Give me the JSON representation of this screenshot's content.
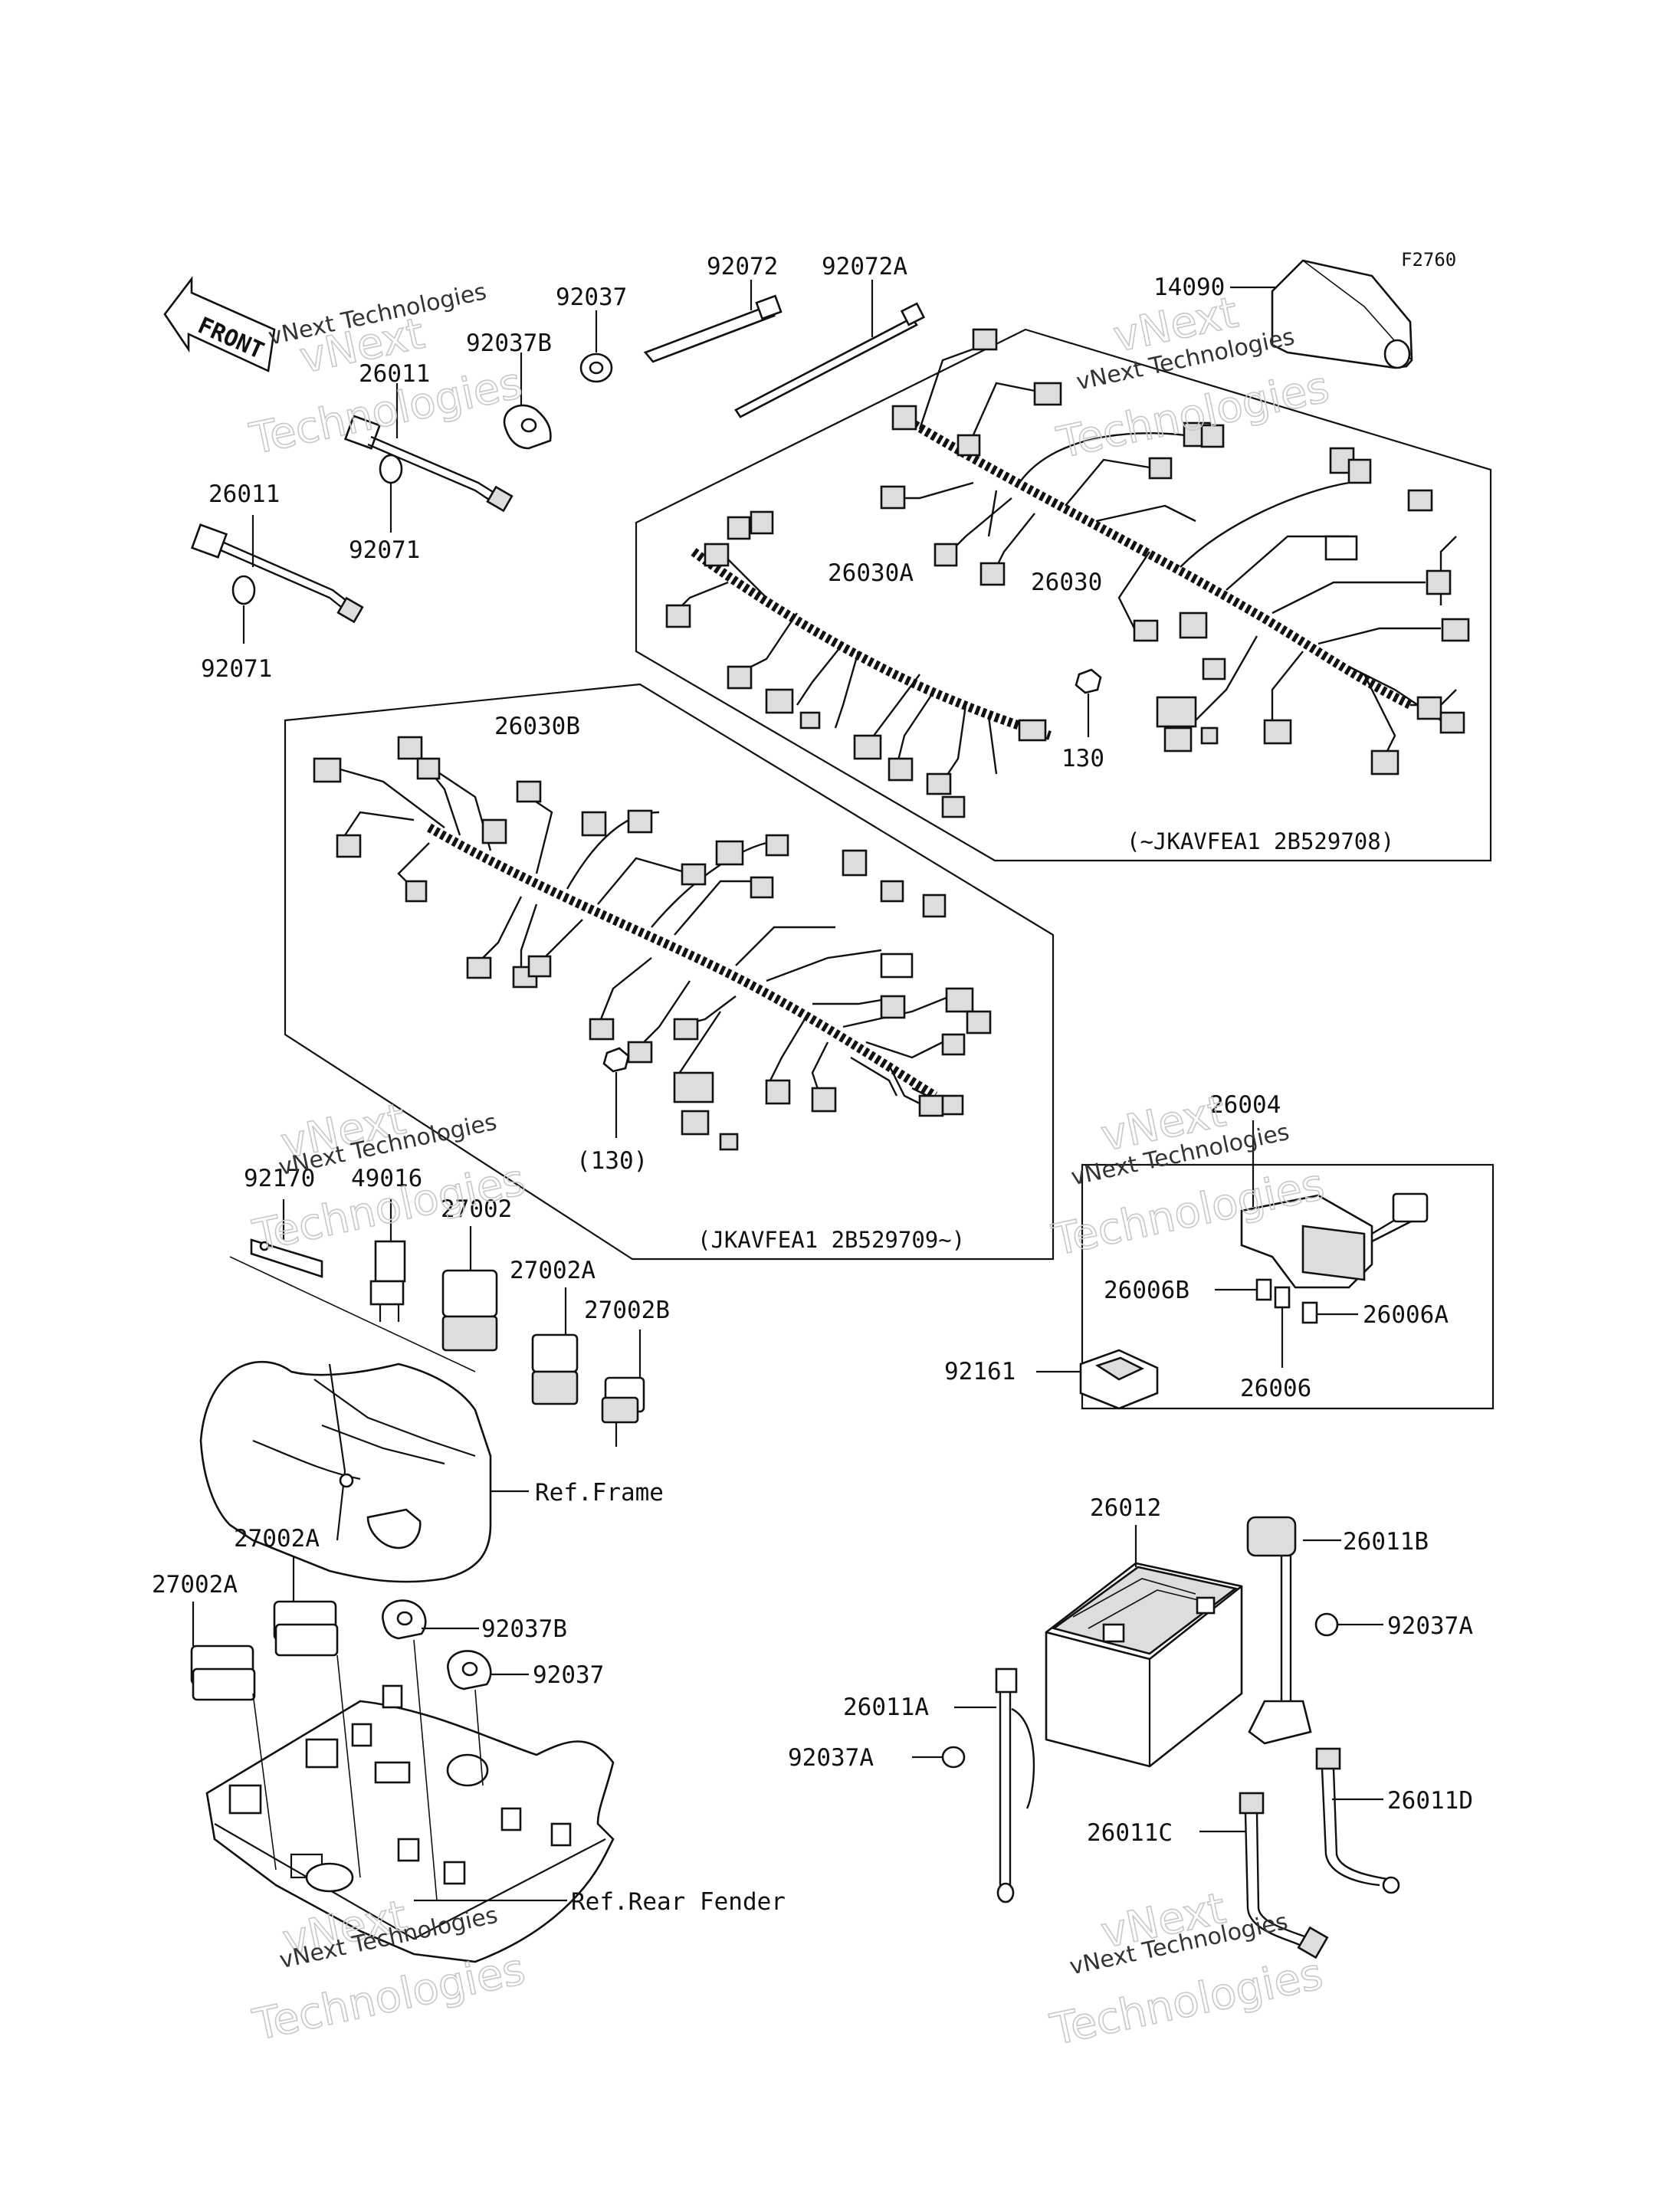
{
  "figure_code": "F2760",
  "direction_label": "FRONT",
  "watermark": {
    "line1": "vNext Technologies",
    "line2": "Technologies",
    "over": "vNext"
  },
  "variant_notes": {
    "upper": "(~JKAVFEA1 2B529708)",
    "lower": "(JKAVFEA1 2B529709~)"
  },
  "references": {
    "frame": "Ref.Frame",
    "rear_fender": "Ref.Rear Fender"
  },
  "parts": {
    "p14090": "14090",
    "p92072": "92072",
    "p92072A": "92072A",
    "p92037_top": "92037",
    "p92037B_top": "92037B",
    "p26011_a": "26011",
    "p26011_b": "26011",
    "p92071_a": "92071",
    "p92071_b": "92071",
    "p26030A": "26030A",
    "p26030": "26030",
    "p130": "130",
    "p26030B": "26030B",
    "p130_paren": "(130)",
    "p92170": "92170",
    "p49016": "49016",
    "p27002": "27002",
    "p27002A_top": "27002A",
    "p27002B": "27002B",
    "p26004": "26004",
    "p26006B": "26006B",
    "p26006A": "26006A",
    "p26006": "26006",
    "p92161": "92161",
    "p27002A_mid": "27002A",
    "p27002A_low": "27002A",
    "p92037B_low": "92037B",
    "p92037_low": "92037",
    "p26012": "26012",
    "p26011B": "26011B",
    "p92037A_right": "92037A",
    "p26011A": "26011A",
    "p92037A_left": "92037A",
    "p26011D": "26011D",
    "p26011C": "26011C"
  }
}
